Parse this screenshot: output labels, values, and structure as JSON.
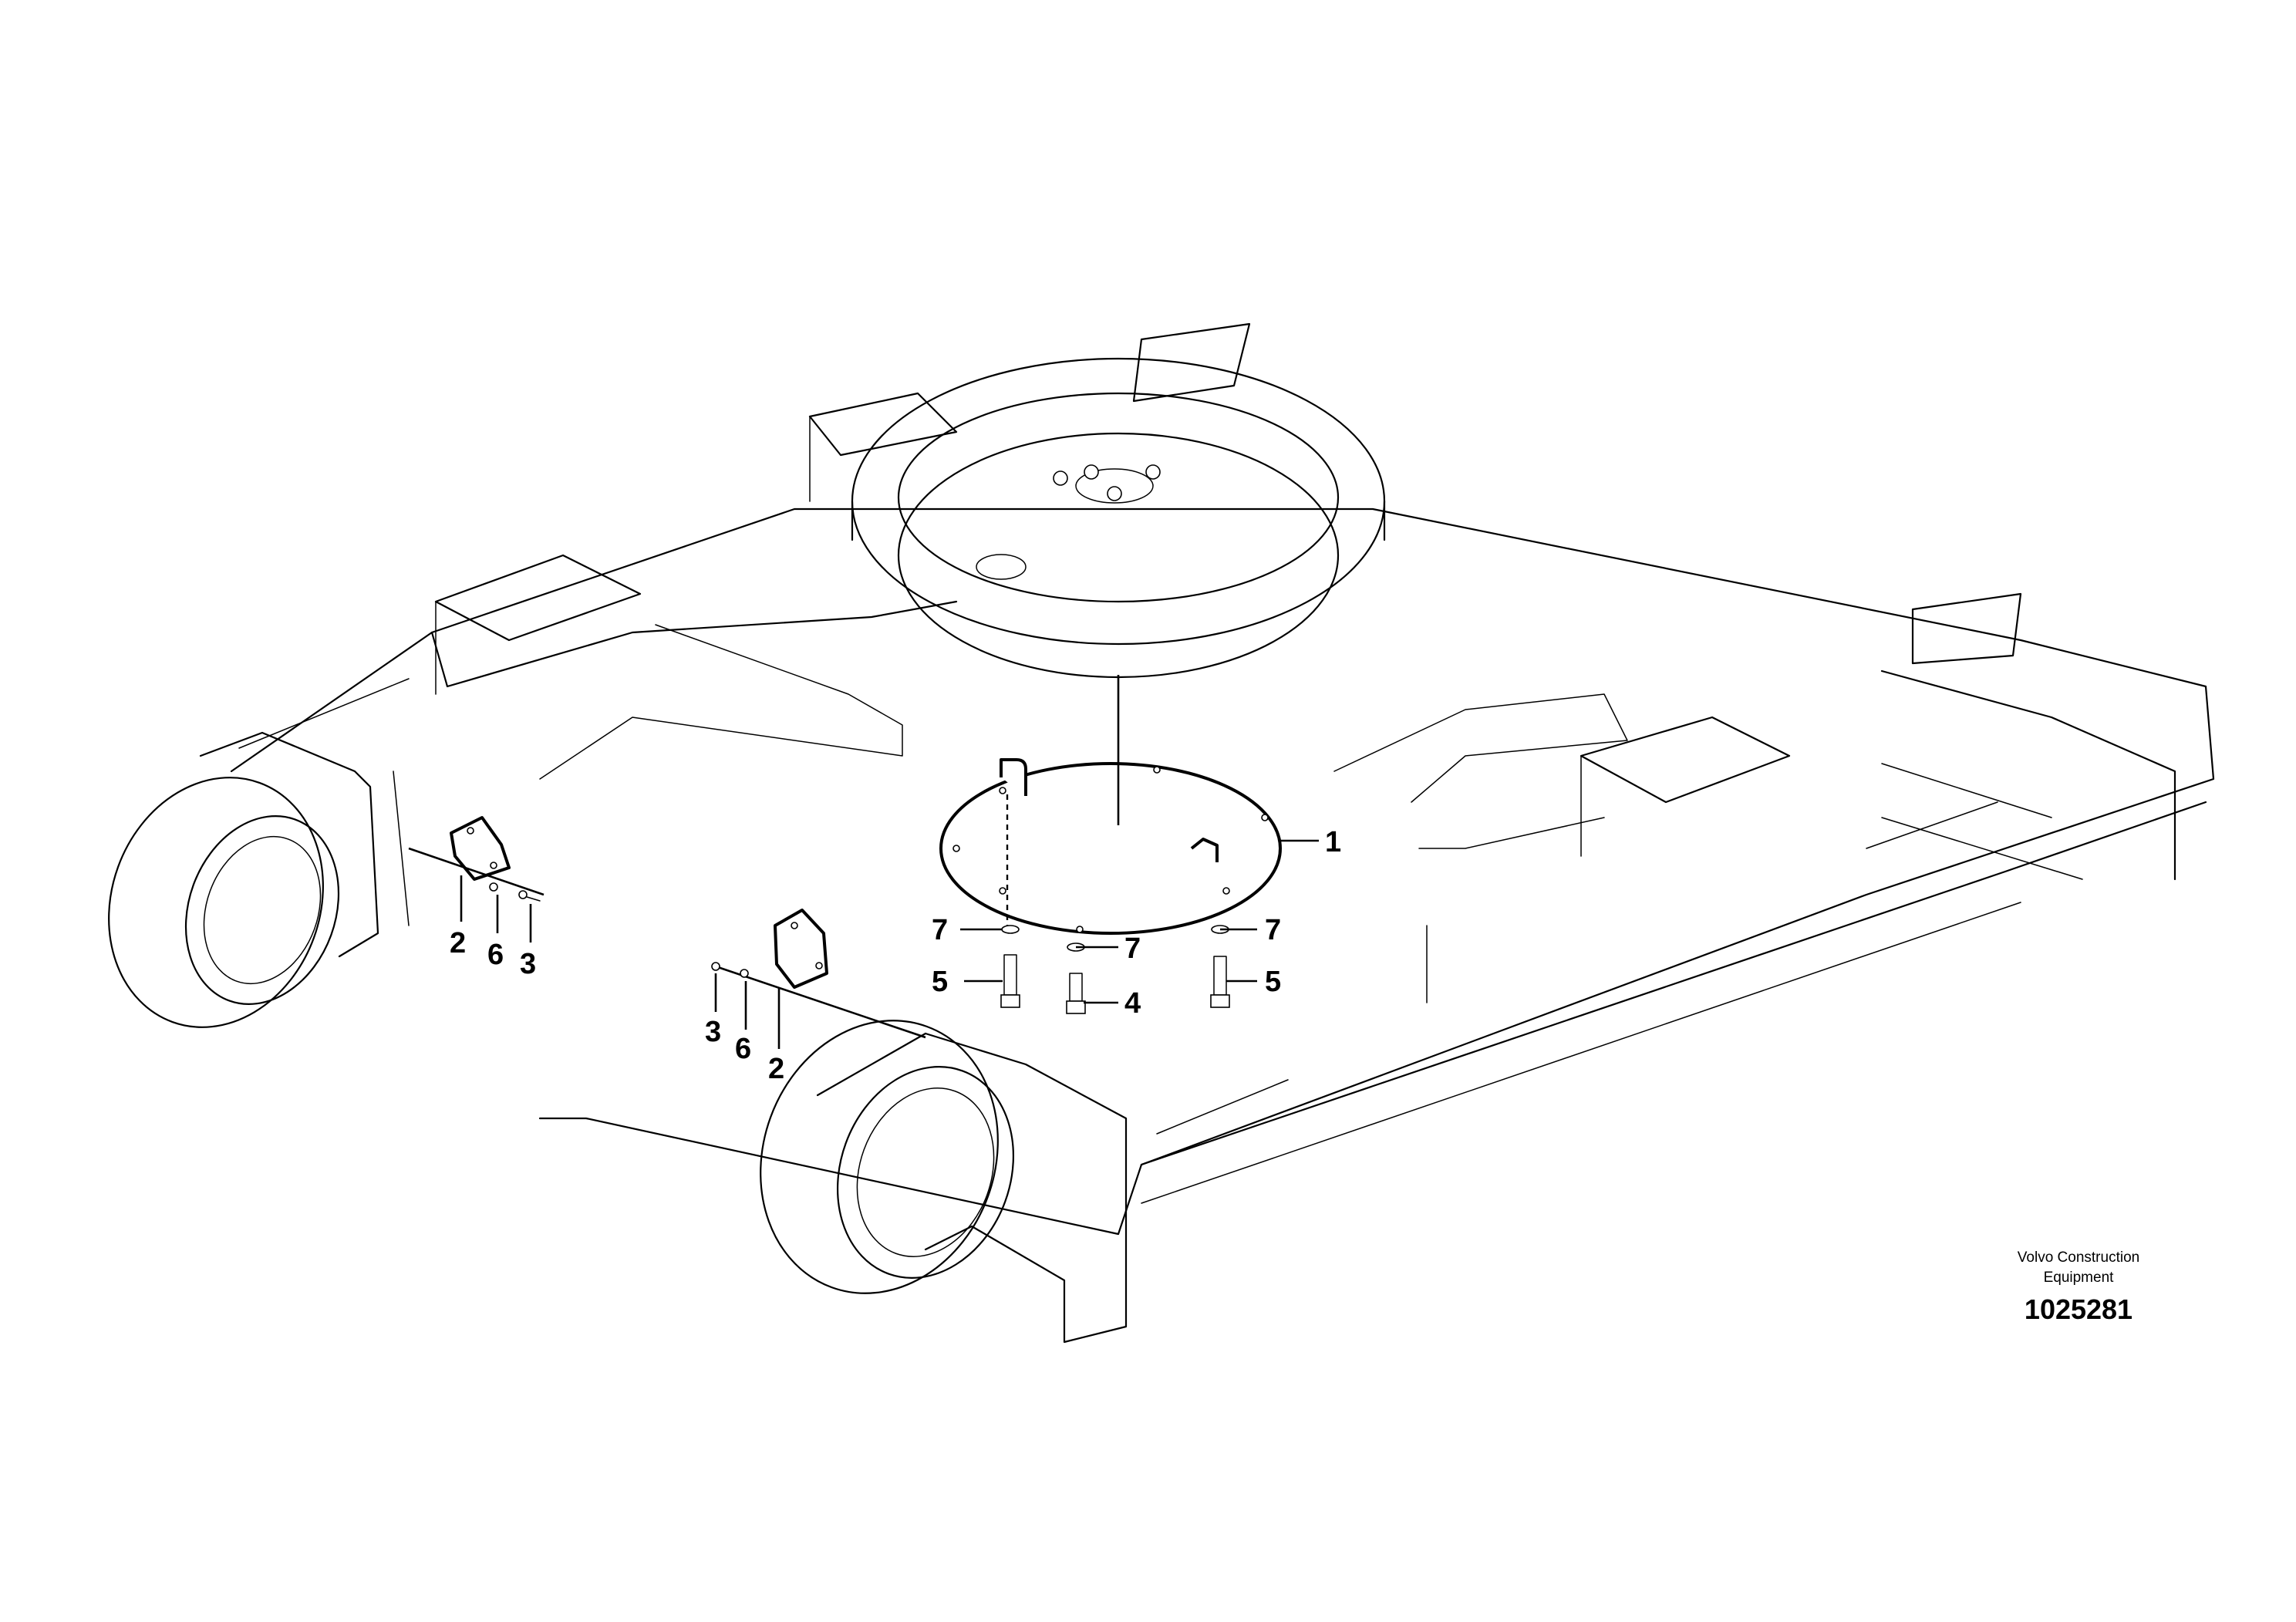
{
  "brand": {
    "line1": "Volvo Construction",
    "line2": "Equipment"
  },
  "document_number": "1025281",
  "callouts": {
    "c1": "1",
    "c2_left": "2",
    "c6_left": "6",
    "c3_left": "3",
    "c3_front": "3",
    "c6_front": "6",
    "c2_front": "2",
    "c7_left": "7",
    "c7_mid": "7",
    "c7_right": "7",
    "c5_left": "5",
    "c4": "4",
    "c5_right": "5"
  }
}
